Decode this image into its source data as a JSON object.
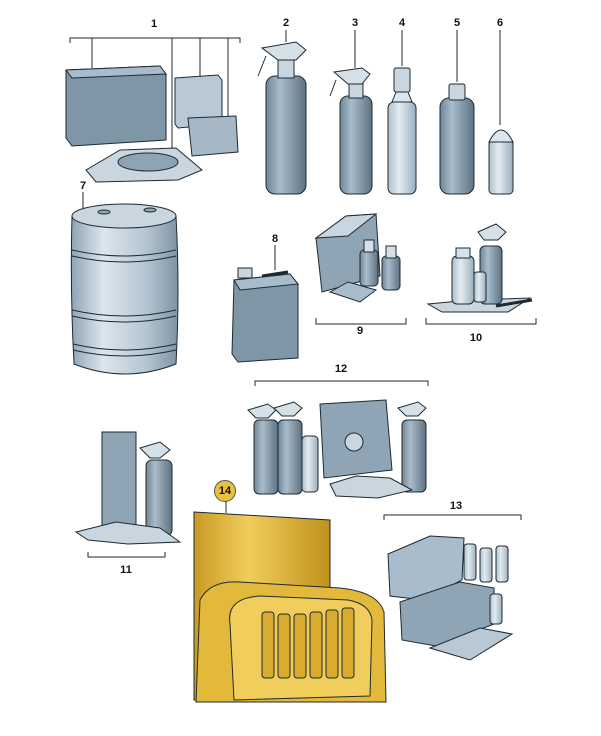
{
  "diagram": {
    "callouts": [
      {
        "id": "c1",
        "label": "1"
      },
      {
        "id": "c2",
        "label": "2"
      },
      {
        "id": "c3",
        "label": "3"
      },
      {
        "id": "c4",
        "label": "4"
      },
      {
        "id": "c5",
        "label": "5"
      },
      {
        "id": "c6",
        "label": "6"
      },
      {
        "id": "c7",
        "label": "7"
      },
      {
        "id": "c8",
        "label": "8"
      },
      {
        "id": "c9",
        "label": "9"
      },
      {
        "id": "c10",
        "label": "10"
      },
      {
        "id": "c11",
        "label": "11"
      },
      {
        "id": "c12",
        "label": "12"
      },
      {
        "id": "c13",
        "label": "13"
      },
      {
        "id": "c14",
        "label": "14"
      }
    ],
    "colors": {
      "part_fill": "#8fa4b4",
      "part_light": "#c9d6df",
      "part_dark": "#5d7282",
      "outline": "#1e2a33",
      "display_fill": "#e3b93b",
      "display_dark": "#b88d1e",
      "highlight_badge": "#e8c23a"
    }
  }
}
